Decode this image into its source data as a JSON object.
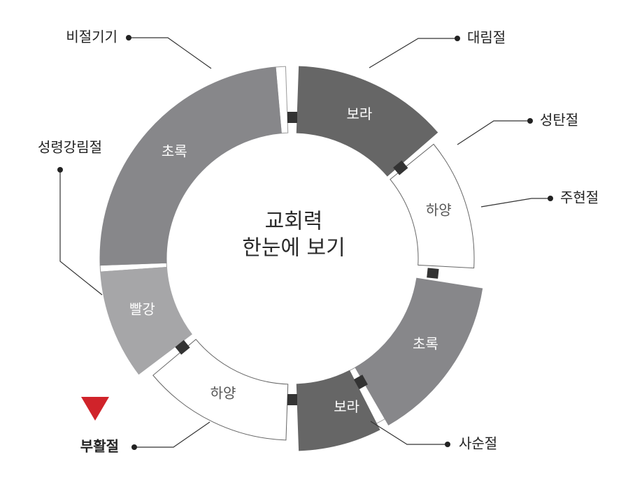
{
  "center": {
    "line1": "교회력",
    "line2": "한눈에 보기"
  },
  "ring": [
    {
      "season": "대림절",
      "color": "보라",
      "fill": "#666666",
      "textColor": "#ffffff",
      "stroke": "#666666"
    },
    {
      "season": "성탄절",
      "color": "하양",
      "fill": "#ffffff",
      "textColor": "#555555",
      "stroke": "#666666"
    },
    {
      "season": "주현절",
      "color": "초록",
      "fill": "#87878a",
      "textColor": "#ffffff",
      "stroke": "#87878a"
    },
    {
      "season": "사순절",
      "color": "보라",
      "fill": "#666666",
      "textColor": "#ffffff",
      "stroke": "#666666"
    },
    {
      "season": "부활절",
      "color": "하양",
      "fill": "#ffffff",
      "textColor": "#555555",
      "stroke": "#666666"
    },
    {
      "season": "성령강림절",
      "color": "빨강",
      "fill": "#a6a6a8",
      "textColor": "#ffffff",
      "stroke": "#a6a6a8"
    },
    {
      "season": "비절기기",
      "color": "초록",
      "fill": "#87878a",
      "textColor": "#ffffff",
      "stroke": "#87878a"
    }
  ],
  "highlight": {
    "season": "부활절",
    "color": "#d0232a"
  }
}
